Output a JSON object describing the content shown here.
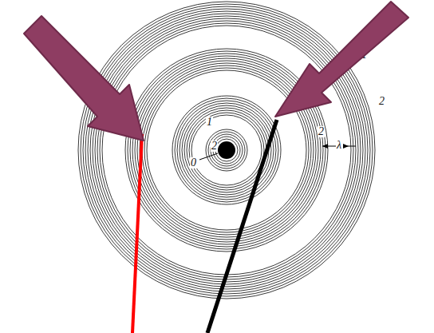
{
  "diagram": {
    "labels": [
      "1",
      "2",
      "1",
      "2",
      "1",
      "2",
      "0",
      "λ"
    ]
  }
}
